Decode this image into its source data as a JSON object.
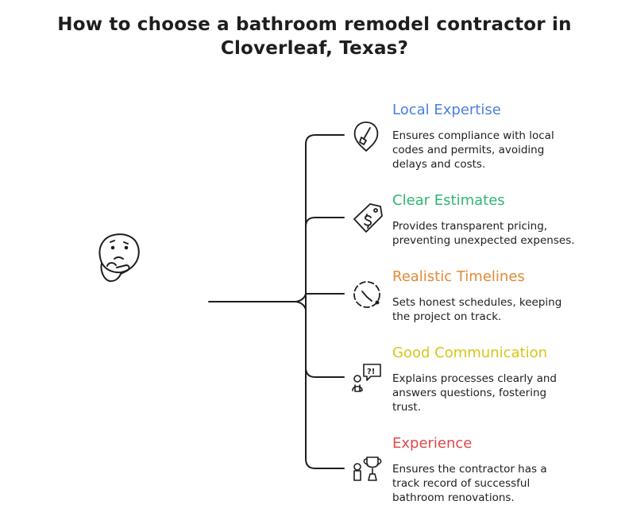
{
  "title": {
    "line1": "How to choose a bathroom remodel contractor in",
    "line2": "Cloverleaf, Texas?"
  },
  "items": [
    {
      "title": "Local Expertise",
      "color": "#4a7fe0",
      "icon": "pin-shovel-icon",
      "desc": [
        "Ensures compliance with local",
        "codes and permits, avoiding",
        "delays and costs."
      ]
    },
    {
      "title": "Clear Estimates",
      "color": "#2fb673",
      "icon": "price-tag-icon",
      "desc": [
        "Provides transparent pricing,",
        "preventing unexpected expenses."
      ]
    },
    {
      "title": "Realistic Timelines",
      "color": "#e08a35",
      "icon": "timer-icon",
      "desc": [
        "Sets honest schedules, keeping",
        "the project on track."
      ]
    },
    {
      "title": "Good Communication",
      "color": "#d9c416",
      "icon": "person-speech-icon",
      "desc": [
        "Explains processes clearly and",
        "answers questions, fostering",
        "trust."
      ]
    },
    {
      "title": "Experience",
      "color": "#e04848",
      "icon": "person-trophy-icon",
      "desc": [
        "Ensures the contractor has a",
        "track record of successful",
        "bathroom renovations."
      ]
    }
  ]
}
